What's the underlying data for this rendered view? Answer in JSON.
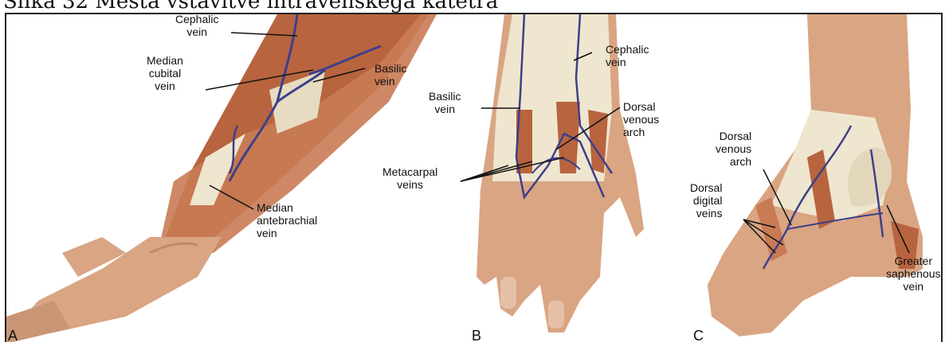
{
  "caption": "Slika 32 Mesta vstavitve intravenskega katetra",
  "panels": {
    "a": {
      "letter": "A",
      "labels": {
        "cephalic": "Cephalic\nvein",
        "median_cubital": "Median\ncubital\nvein",
        "basilic": "Basilic\nvein",
        "median_antebrachial": "Median\nantebrachial\nvein"
      }
    },
    "b": {
      "letter": "B",
      "labels": {
        "cephalic": "Cephalic\nvein",
        "basilic": "Basilic\nvein",
        "dorsal_arch": "Dorsal\nvenous\narch",
        "metacarpal": "Metacarpal\nveins"
      }
    },
    "c": {
      "letter": "C",
      "labels": {
        "dorsal_arch": "Dorsal\nvenous\narch",
        "dorsal_digital": "Dorsal\ndigital\nveins",
        "greater_saphenous": "Greater\nsaphenous\nvein"
      }
    }
  },
  "colors": {
    "skin": "#d9a583",
    "skin_dark": "#c08a66",
    "muscle": "#b8643e",
    "tendon": "#efe6cf",
    "vein": "#3d3f8a",
    "leader": "#111111"
  }
}
